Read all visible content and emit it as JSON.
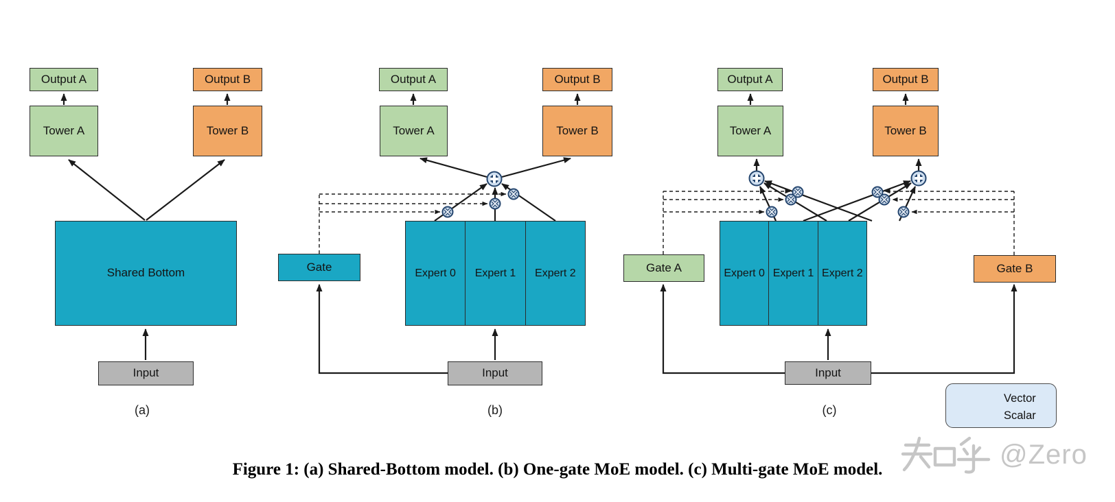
{
  "figure": {
    "caption": "Figure 1: (a) Shared-Bottom model. (b) One-gate MoE model. (c) Multi-gate MoE model.",
    "watermark": {
      "cjk": "知乎",
      "handle": "@Zero",
      "full": "知乎 @Zero"
    }
  },
  "legend": {
    "vector_label": "Vector",
    "scalar_label": "Scalar"
  },
  "panels": {
    "a": {
      "label": "(a)",
      "output_a": "Output A",
      "tower_a": "Tower A",
      "output_b": "Output B",
      "tower_b": "Tower B",
      "shared_bottom": "Shared Bottom",
      "input": "Input"
    },
    "b": {
      "label": "(b)",
      "output_a": "Output A",
      "tower_a": "Tower A",
      "output_b": "Output B",
      "tower_b": "Tower B",
      "gate": "Gate",
      "experts": [
        "Expert 0",
        "Expert 1",
        "Expert 2"
      ],
      "input": "Input"
    },
    "c": {
      "label": "(c)",
      "output_a": "Output A",
      "tower_a": "Tower A",
      "output_b": "Output B",
      "tower_b": "Tower B",
      "gate_a": "Gate A",
      "gate_b": "Gate B",
      "experts": [
        "Expert 0",
        "Expert 1",
        "Expert 2"
      ],
      "input": "Input"
    }
  },
  "colors": {
    "teal": "#1aa7c4",
    "green": "#b6d7a8",
    "orange": "#f1a764",
    "gray": "#b5b5b5",
    "node_fill": "#cfdff0",
    "node_stroke": "#24456e",
    "line": "#1a1a1a",
    "legend_bg": "#dbe9f7",
    "watermark": "#c6c6c6"
  }
}
